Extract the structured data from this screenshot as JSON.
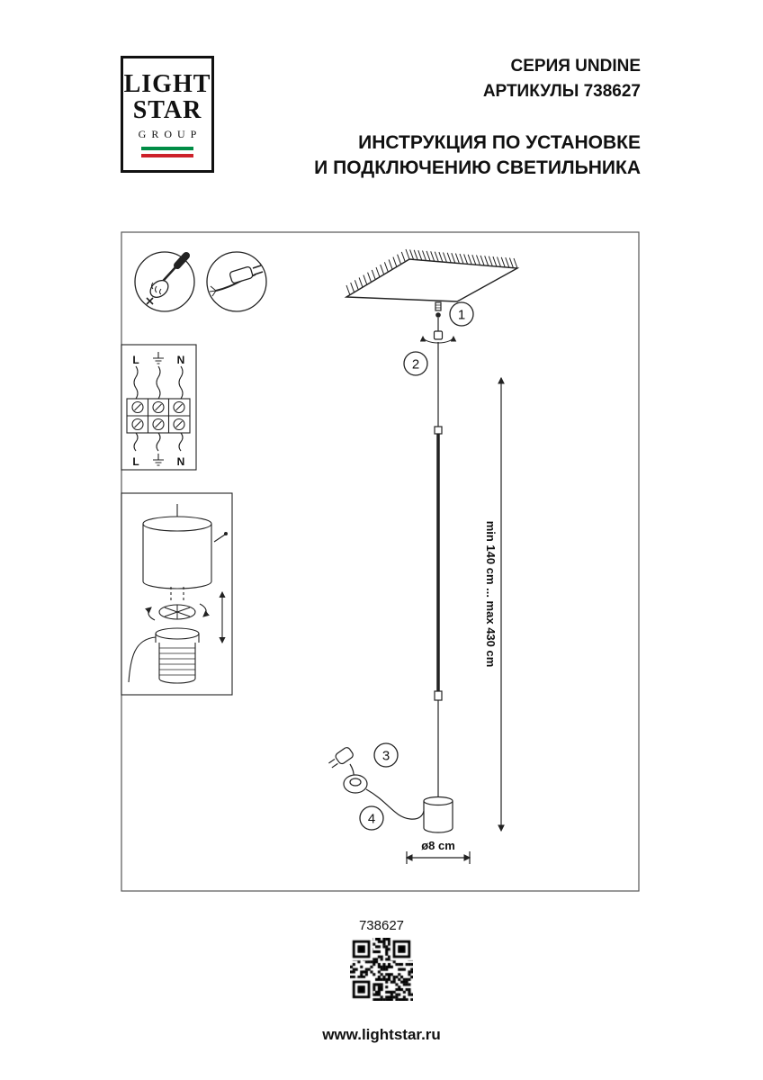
{
  "logo": {
    "word1": "LIGHT",
    "word2": "STAR",
    "word3": "GROUP"
  },
  "header": {
    "series": "СЕРИЯ UNDINE",
    "articles": "АРТИКУЛЫ 738627",
    "instruction_line1": "ИНСТРУКЦИЯ ПО УСТАНОВКЕ",
    "instruction_line2": "И ПОДКЛЮЧЕНИЮ СВЕТИЛЬНИКА"
  },
  "wiring": {
    "l_top": "L",
    "n_top": "N",
    "l_bottom": "L",
    "n_bottom": "N"
  },
  "callouts": {
    "c1": "1",
    "c2": "2",
    "c3": "3",
    "c4": "4"
  },
  "dimensions": {
    "length_range": "min 140 cm ... max 430 cm",
    "diameter": "ø8 cm"
  },
  "footer": {
    "article": "738627",
    "website": "www.lightstar.ru"
  },
  "colors": {
    "flag_green": "#008C45",
    "flag_white": "#FFFFFF",
    "flag_red": "#CD212A",
    "ink": "#111111"
  }
}
